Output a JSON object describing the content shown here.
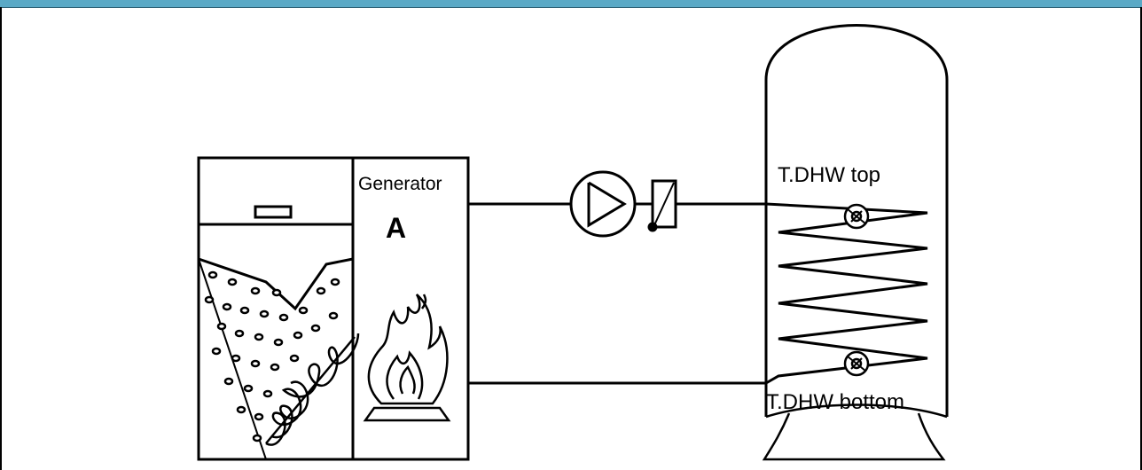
{
  "colors": {
    "header": "#5aa9c6",
    "stroke": "#000000",
    "background": "#ffffff"
  },
  "generator": {
    "title": "Generator",
    "letter": "A"
  },
  "sensors": {
    "top": "T.DHW top",
    "bottom": "T.DHW bottom"
  }
}
